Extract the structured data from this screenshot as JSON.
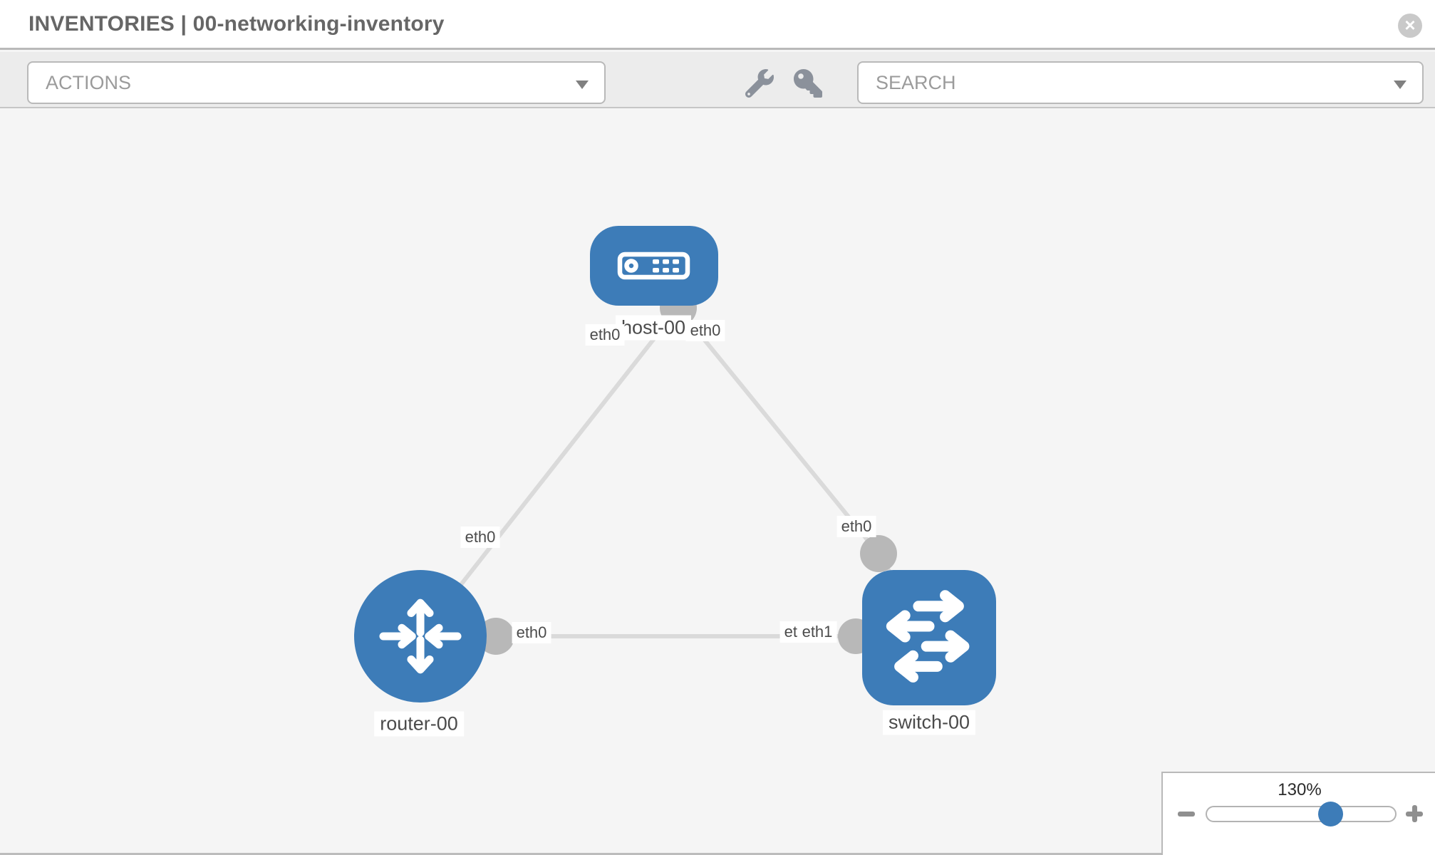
{
  "window": {
    "title": "INVENTORIES | 00-networking-inventory",
    "close_icon": "×"
  },
  "toolbar": {
    "actions_dropdown": {
      "label": "ACTIONS"
    },
    "tools": [
      {
        "icon": "wrench"
      },
      {
        "icon": "key"
      }
    ],
    "search_dropdown": {
      "placeholder": "SEARCH"
    }
  },
  "topology": {
    "nodes": [
      {
        "id": "host-00",
        "type": "host",
        "label": "host-00"
      },
      {
        "id": "router-00",
        "type": "router",
        "label": "router-00"
      },
      {
        "id": "switch-00",
        "type": "switch",
        "label": "switch-00"
      }
    ],
    "links": [
      {
        "from": "host-00",
        "to": "router-00",
        "from_interface": "eth0",
        "to_interface": "eth0"
      },
      {
        "from": "host-00",
        "to": "switch-00",
        "from_interface": "eth0",
        "to_interface": "eth0"
      },
      {
        "from": "router-00",
        "to": "switch-00",
        "from_interface": "eth0",
        "to_interface": "eth1"
      }
    ],
    "interface_labels": {
      "host_router_host_end": "eth0",
      "host_router_router_end": "eth0",
      "host_switch_host_end": "eth0",
      "host_switch_switch_end": "eth0",
      "router_switch_router_end": "eth0",
      "router_switch_switch_end_back": "eth0",
      "router_switch_switch_end_front": "eth1"
    }
  },
  "zoom_control": {
    "level": "130%",
    "decrease_icon": "minus",
    "increase_icon": "plus"
  },
  "colors": {
    "node_blue": "#3d7cb8",
    "edge_gray": "#dadada",
    "connector_gray": "#b8b8b8",
    "canvas_bg": "#f5f5f5"
  }
}
